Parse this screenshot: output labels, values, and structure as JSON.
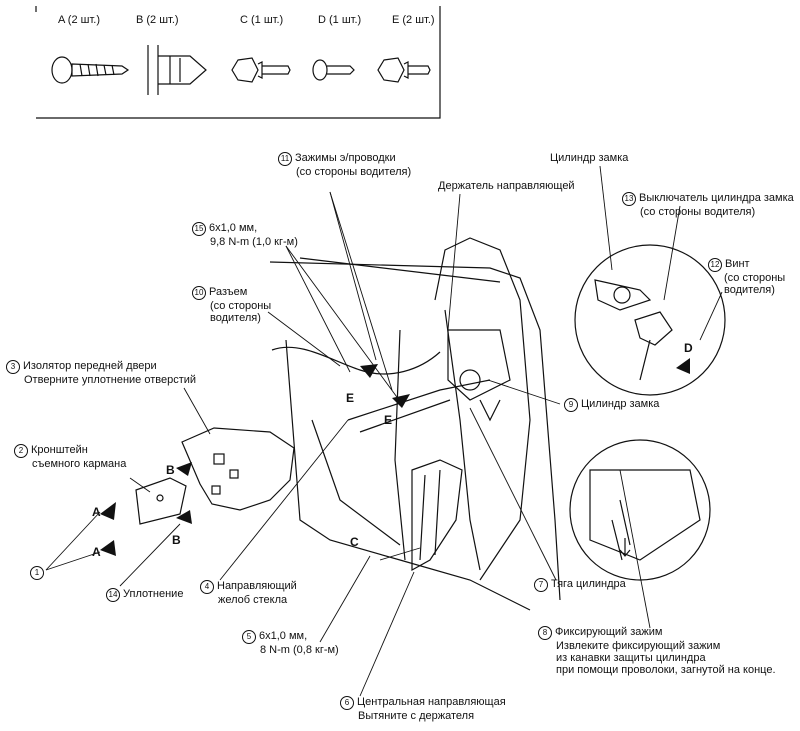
{
  "parts": [
    {
      "letter": "A",
      "label": "A (2 шт.)"
    },
    {
      "letter": "B",
      "label": "B (2 шт.)"
    },
    {
      "letter": "C",
      "label": "C (1 шт.)"
    },
    {
      "letter": "D",
      "label": "D (1 шт.)"
    },
    {
      "letter": "E",
      "label": "E (2 шт.)"
    }
  ],
  "callouts": {
    "c1": {
      "num": "1"
    },
    "c2": {
      "num": "2",
      "line1": "Кронштейн",
      "line2": "съемного кармана"
    },
    "c3": {
      "num": "3",
      "line1": "Изолятор передней двери",
      "line2": "Отверните уплотнение отверстий"
    },
    "c4": {
      "num": "4",
      "line1": "Направляющий",
      "line2": "желоб стекла"
    },
    "c5": {
      "num": "5",
      "line1": "6x1,0 мм,",
      "line2": "8 N-m (0,8 кг-м)"
    },
    "c6": {
      "num": "6",
      "line1": "Центральная направляющая",
      "line2": "Вытяните с держателя"
    },
    "c7": {
      "num": "7",
      "line1": "Тяга цилиндра"
    },
    "c8": {
      "num": "8",
      "line1": "Фиксирующий зажим",
      "line2": "Извлеките фиксирующий зажим",
      "line3": "из канавки защиты цилиндра",
      "line4": "при помощи проволоки, загнутой на конце."
    },
    "c9": {
      "num": "9",
      "line1": "Цилиндр замка"
    },
    "c10": {
      "num": "10",
      "line1": "Разъем",
      "line2": "(со стороны",
      "line3": "водителя)"
    },
    "c11": {
      "num": "11",
      "line1": "Зажимы э/проводки",
      "line2": "(со стороны водителя)"
    },
    "c12": {
      "num": "12",
      "line1": "Винт",
      "line2": "(со стороны",
      "line3": "водителя)"
    },
    "c13": {
      "num": "13",
      "line1": "Выключатель цилиндра замка",
      "line2": "(со стороны водителя)"
    },
    "c14": {
      "num": "14",
      "line1": "Уплотнение"
    },
    "c15": {
      "num": "15",
      "line1": "6x1,0 мм,",
      "line2": "9,8 N-m (1,0 кг-м)"
    }
  },
  "plain_labels": {
    "guide_holder": "Держатель направляющей",
    "lock_cylinder": "Цилиндр замка"
  },
  "diagram_letters": {
    "a1": "A",
    "a2": "A",
    "b1": "B",
    "b2": "B",
    "c": "C",
    "d": "D",
    "e1": "E",
    "e2": "E"
  }
}
